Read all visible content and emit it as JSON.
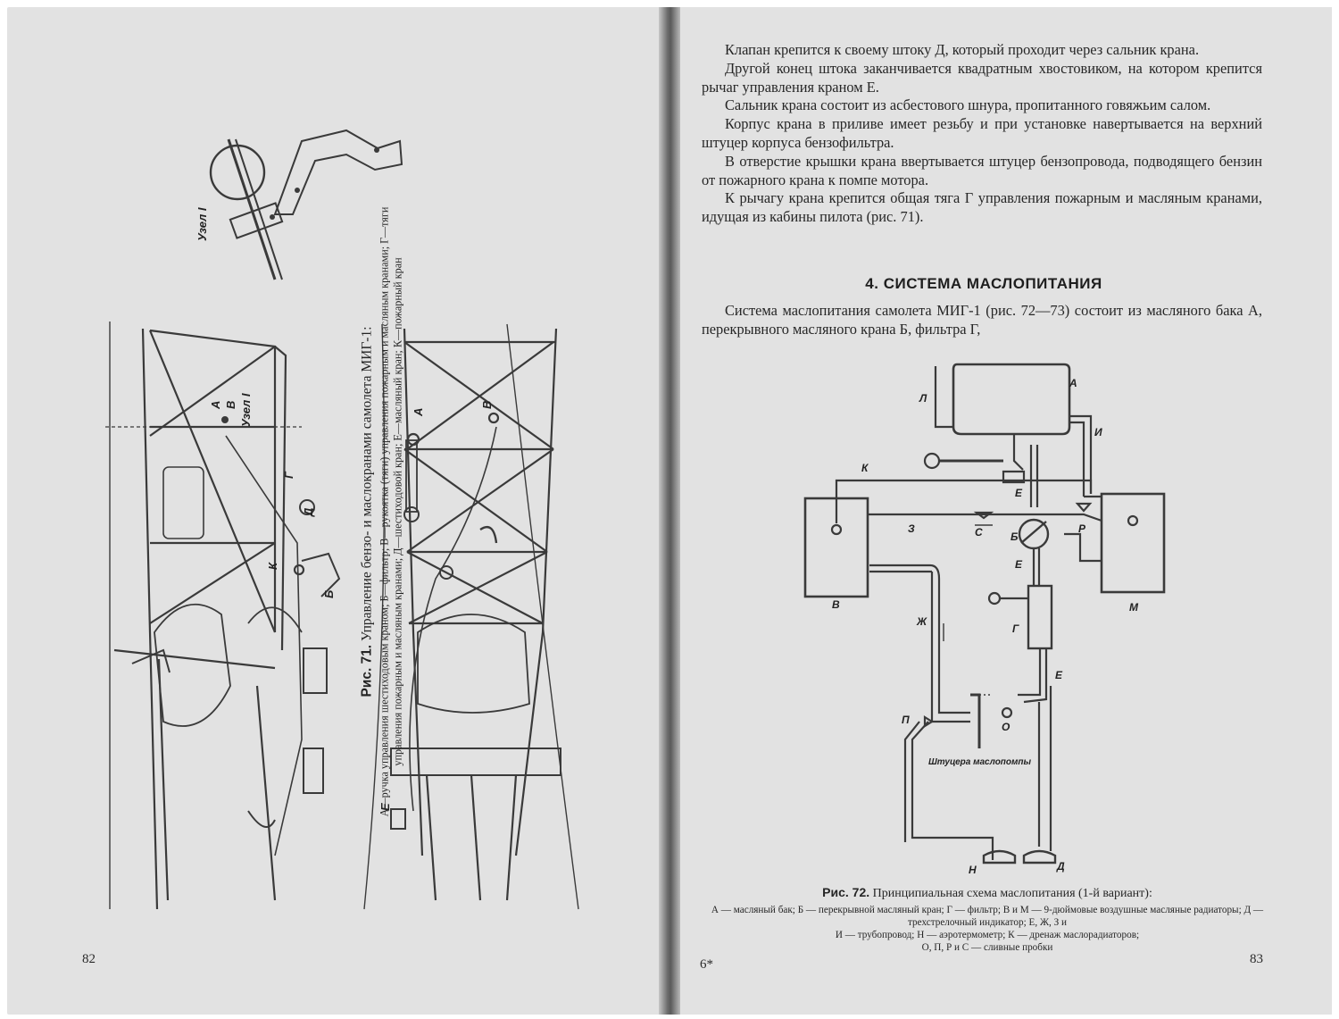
{
  "left_page": {
    "page_number": "82",
    "fig71": {
      "caption_prefix": "Рис. 71.",
      "caption_title": "Управление бензо- и маслокранами самолета МИГ-1:",
      "legend_line1": "А—ручка управления шестиходовым краном; Б—фильтр; В—рукоятка (тяги) управления пожарным и масляным кранами; Г—тяги",
      "legend_line2": "управления пожарным и масляным кранами; Д—шестиходовой кран; Е—масляный кран; К—пожарный кран",
      "labels": {
        "uzel_top": "Узел I",
        "uzel_mid": "Узел I",
        "a1": "А",
        "v1": "В",
        "g": "Г",
        "d": "Д",
        "k": "К",
        "b": "Б",
        "a2": "А",
        "v2": "В",
        "e": "Е"
      }
    }
  },
  "right_page": {
    "page_number": "83",
    "signature": "6*",
    "paragraphs": [
      "Клапан крепится к своему штоку Д, который проходит через сальник крана.",
      "Другой конец штока заканчивается квадратным хвостовиком, на котором крепится рычаг управления краном Е.",
      "Сальник крана состоит из асбестового шнура, пропитанного говяжьим салом.",
      "Корпус крана в приливе имеет резьбу и при установке навертывается на верхний штуцер корпуса бензофильтра.",
      "В отверстие крышки крана ввертывается штуцер бензопровода, подводящего бензин от пожарного крана к помпе мотора.",
      "К рычагу крана крепится общая тяга Г управления пожарным и масляным кранами, идущая из кабины пилота (рис. 71)."
    ],
    "section_heading": "4. СИСТЕМА МАСЛОПИТАНИЯ",
    "section_paragraph": "Система маслопитания самолета МИГ-1 (рис. 72—73) состоит из масляного бака А, перекрывного масляного крана Б, фильтра Г,",
    "fig72": {
      "caption_prefix": "Рис. 72.",
      "caption_title": "Принципиальная схема маслопитания (1-й вариант):",
      "legend_line1": "А — масляный бак; Б — перекрывной масляный кран; Г — фильтр; В и М — 9-дюймовые воздушные масляные радиаторы; Д — трехстрелочный индикатор; Е, Ж, З и",
      "legend_line2": "И — трубопровод; Н — аэротермометр; К — дренаж маслорадиаторов;",
      "legend_line3": "О, П, Р и С — сливные пробки",
      "labels": {
        "a": "А",
        "l": "Л",
        "i": "И",
        "k": "К",
        "e1": "Е",
        "z": "З",
        "s": "С",
        "b": "Б",
        "r": "Р",
        "v": "В",
        "m": "М",
        "e2": "Е",
        "g": "Г",
        "zh": "Ж",
        "e3": "Е",
        "p": "П",
        "o": "О",
        "pump": "Штуцера маслопомпы",
        "n": "Н",
        "d": "Д"
      }
    }
  }
}
